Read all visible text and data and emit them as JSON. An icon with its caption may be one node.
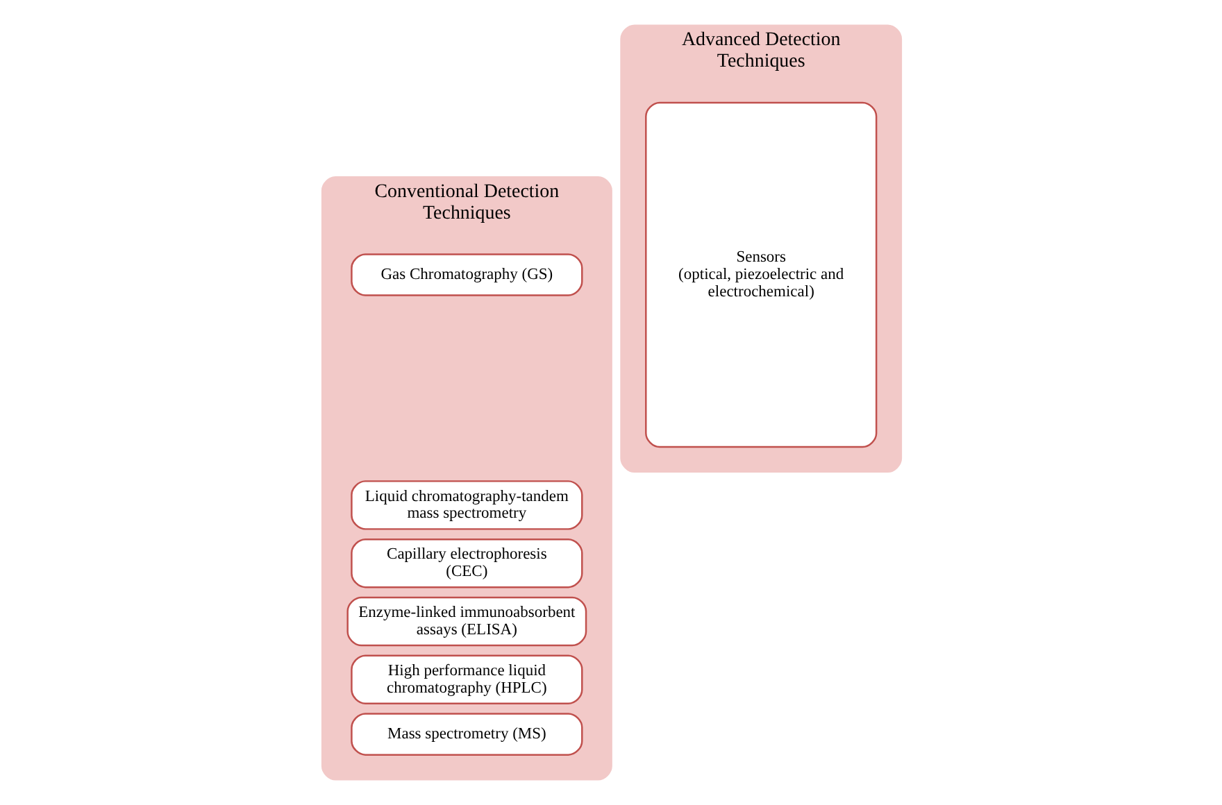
{
  "diagram": {
    "nodes": [
      {
        "text": [
          "Conventional Detection Techniques"
        ]
      },
      {
        "text": [
          "Gas Chromatography (GS)"
        ],
        "in": 0
      },
      {
        "text": [
          "Liquid chromatography-tandem mass spectrometry"
        ],
        "in": 0
      },
      {
        "text": [
          "Capillary electrophoresis (CEC)"
        ],
        "in": 0
      },
      {
        "text": [
          "Enzyme-linked immunoabsorbent assays (ELISA)"
        ],
        "in": 0
      },
      {
        "text": [
          "High performance liquid chromatography (HPLC)"
        ],
        "in": 0
      },
      {
        "text": [
          "Mass spectrometry (MS)"
        ],
        "in": 0
      },
      {
        "text": [
          "Advanced Detection Techniques"
        ]
      },
      {
        "text": [
          "Sensors",
          "(optical, piezoelectric and electrochemical)"
        ],
        "in": 7
      }
    ],
    "edges": []
  }
}
